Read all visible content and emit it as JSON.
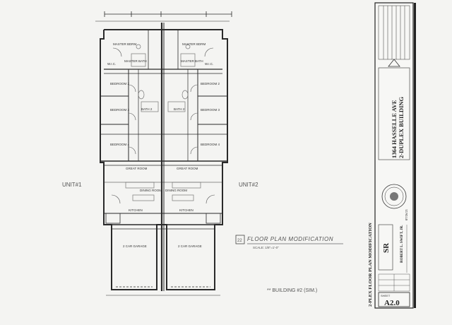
{
  "plan": {
    "units": [
      "UNIT#1",
      "UNIT#2"
    ],
    "rooms": {
      "master_bdrm": "MASTER BDRM",
      "master_bath": "MASTER BATH",
      "wic": "W.I.C.",
      "bedroom_2": "BEDROOM 2",
      "bedroom_3": "BEDROOM 3",
      "bedroom_4": "BEDROOM 4",
      "bath_2": "BATH 2",
      "great_room": "GREAT ROOM",
      "dining_room": "DINING ROOM",
      "kitchen": "KITCHEN",
      "garage": "2 CAR GARAGE"
    },
    "section_number": "22",
    "title": "FLOOR PLAN MODIFICATION",
    "scale": "SCALE: 1/8\"=1'-0\"",
    "note": "** BUILDING #2 (SIM.)"
  },
  "title_block": {
    "address_line1": "1364 HASSELLE AVE",
    "address_line2": "2-DUPLEX BUILDING",
    "sheet_title": "2-PLEX FLOOR PLAN MODIFICATION",
    "sheet_label": "SHEET",
    "sheet_number": "A2.0",
    "firm_initials": "SR",
    "architect": "ROBERT L. SWIFT, JR.",
    "seal_date": "07/26/21"
  },
  "colors": {
    "ink": "#2a2a2a",
    "paper": "#f4f4f2",
    "fixture": "#9a9a9a"
  }
}
